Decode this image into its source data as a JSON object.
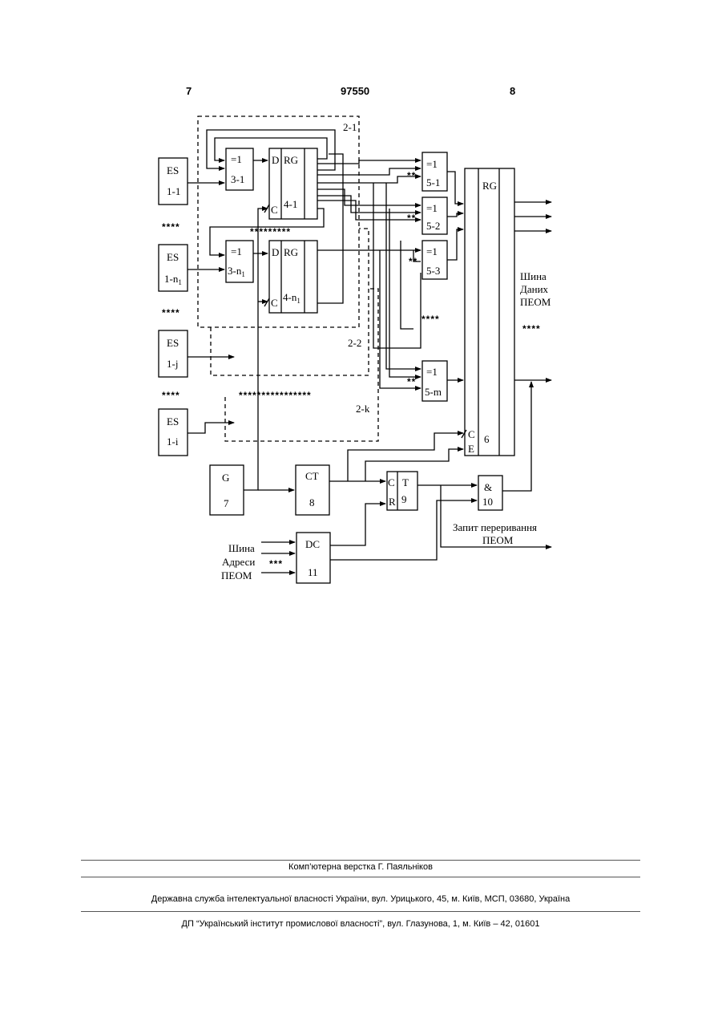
{
  "header": {
    "page_left": "7",
    "patent_number": "97550",
    "page_right": "8"
  },
  "diagram": {
    "groups": [
      "2-1",
      "2-2",
      "2-k"
    ],
    "sensors": [
      {
        "top": "ES",
        "bottom": "1-1"
      },
      {
        "top": "ES",
        "bottom": "1-n",
        "sub": "1"
      },
      {
        "top": "ES",
        "bottom": "1-j"
      },
      {
        "top": "ES",
        "bottom": "1-i"
      }
    ],
    "xor_group": [
      {
        "op": "=1",
        "id": "3-1"
      },
      {
        "op": "=1",
        "id": "3-n",
        "sub": "1"
      }
    ],
    "registers_group": [
      {
        "d": "D",
        "name": "RG",
        "clk": "C",
        "id": "4-1"
      },
      {
        "d": "D",
        "name": "RG",
        "clk": "C",
        "id": "4-n",
        "sub": "1"
      }
    ],
    "xor_out": [
      {
        "op": "=1",
        "id": "5-1"
      },
      {
        "op": "=1",
        "id": "5-2"
      },
      {
        "op": "=1",
        "id": "5-3"
      },
      {
        "op": "=1",
        "id": "5-m"
      }
    ],
    "main_register": {
      "name": "RG",
      "c": "C",
      "e": "E",
      "id": "6"
    },
    "generator": {
      "name": "G",
      "id": "7"
    },
    "counter": {
      "name": "CT",
      "id": "8"
    },
    "trigger": {
      "name": "T",
      "c": "C",
      "r": "R",
      "id": "9"
    },
    "and_gate": {
      "op": "&",
      "id": "10"
    },
    "decoder": {
      "name": "DC",
      "id": "11"
    },
    "data_bus": [
      "Шина",
      "Даних",
      "ПЕОМ"
    ],
    "address_bus": [
      "Шина",
      "Адреси",
      "ПЕОМ"
    ],
    "interrupt_request": [
      "Запит переривання",
      "ПЕОМ"
    ],
    "ellipsis_4": "****",
    "ellipsis_3": "***",
    "ellipsis_2": "**",
    "ellipsis_9": "*********",
    "ellipsis_16": "****************"
  },
  "footer": {
    "line1": "Комп’ютерна верстка Г. Паяльніков",
    "line2": "Державна служба інтелектуальної власності України, вул. Урицького, 45, м. Київ, МСП, 03680, Україна",
    "line3": "ДП “Український інститут промислової власності”, вул. Глазунова, 1, м. Київ – 42, 01601"
  }
}
